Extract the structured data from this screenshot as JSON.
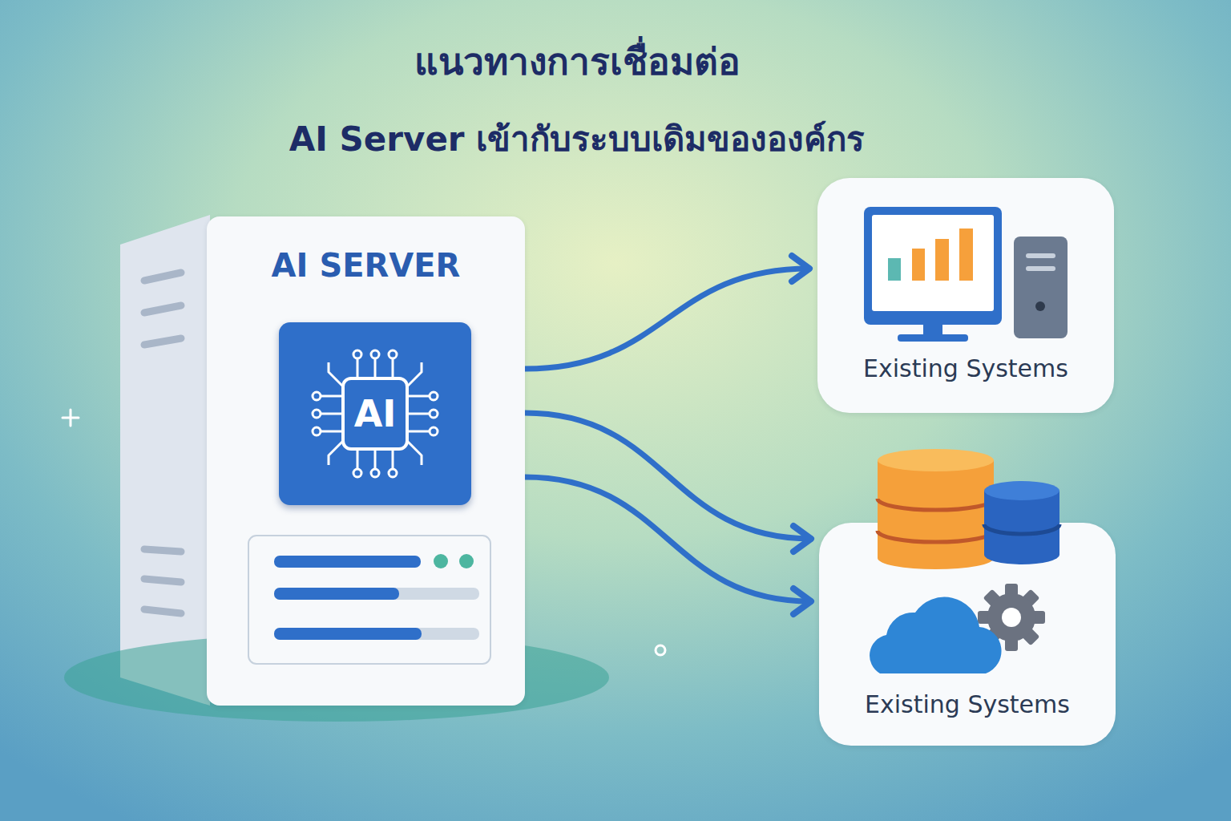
{
  "diagram": {
    "title": "แนวทางการเชื่อมต่อ",
    "nodes": [
      {
        "text": [
          "AI SERVER"
        ]
      },
      {
        "text": [
          "AI"
        ],
        "in": 0
      },
      {
        "text": [
          "Existing Systems"
        ]
      },
      {
        "text": [
          "Existing Systems"
        ]
      }
    ],
    "edges": [
      {
        "from": 0,
        "to": 2,
        "arrow": "to"
      },
      {
        "from": 0,
        "to": 3,
        "arrow": "to"
      },
      {
        "from": 0,
        "to": 3,
        "arrow": "to"
      }
    ],
    "labels": [
      "AI Server เข้ากับระบบเดิมขององค์กร"
    ]
  }
}
